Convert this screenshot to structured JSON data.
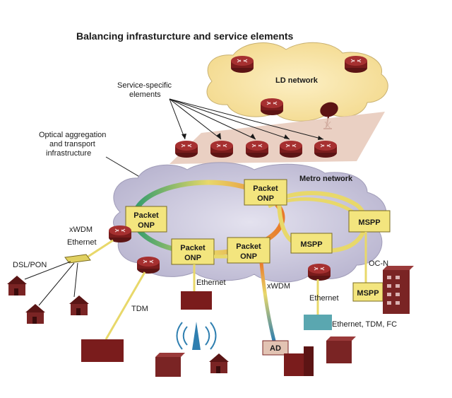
{
  "title": "Balancing infrasturcture and service elements",
  "labels": {
    "ld_network": "LD network",
    "service_specific_1": "Service-specific",
    "service_specific_2": "elements",
    "optical_1": "Optical aggregation",
    "optical_2": "and transport",
    "optical_3": "infrastructure",
    "metro_network": "Metro network",
    "xwdm_left": "xWDM",
    "ethernet_left": "Ethernet",
    "dsl_pon": "DSL/PON",
    "tdm": "TDM",
    "ethernet_mid": "Ethernet",
    "xwdm_right": "xWDM",
    "ethernet_right": "Ethernet",
    "ethernet_tdm_fc": "Ethernet, TDM, FC",
    "oc_n": "OC-N",
    "ad": "AD"
  },
  "boxes": {
    "packet": "Packet",
    "onp": "ONP",
    "mspp": "MSPP"
  },
  "colors": {
    "ld_cloud": "#f7e2a2",
    "metro_cloud": "#c9c6db",
    "router": "#8e2424",
    "box": "#f3e57e",
    "ring_yellow": "#e8d86a",
    "ring_green": "#3aa66a",
    "ring_orange": "#e87a2b",
    "house": "#7a2424",
    "plane": "#e2c3b3",
    "teal_box": "#5aa7b0"
  },
  "icons": [
    "router-icon",
    "satellite-dish-icon",
    "house-icon",
    "building-icon",
    "antenna-tower-icon",
    "dsl-pon-splitter-icon"
  ]
}
